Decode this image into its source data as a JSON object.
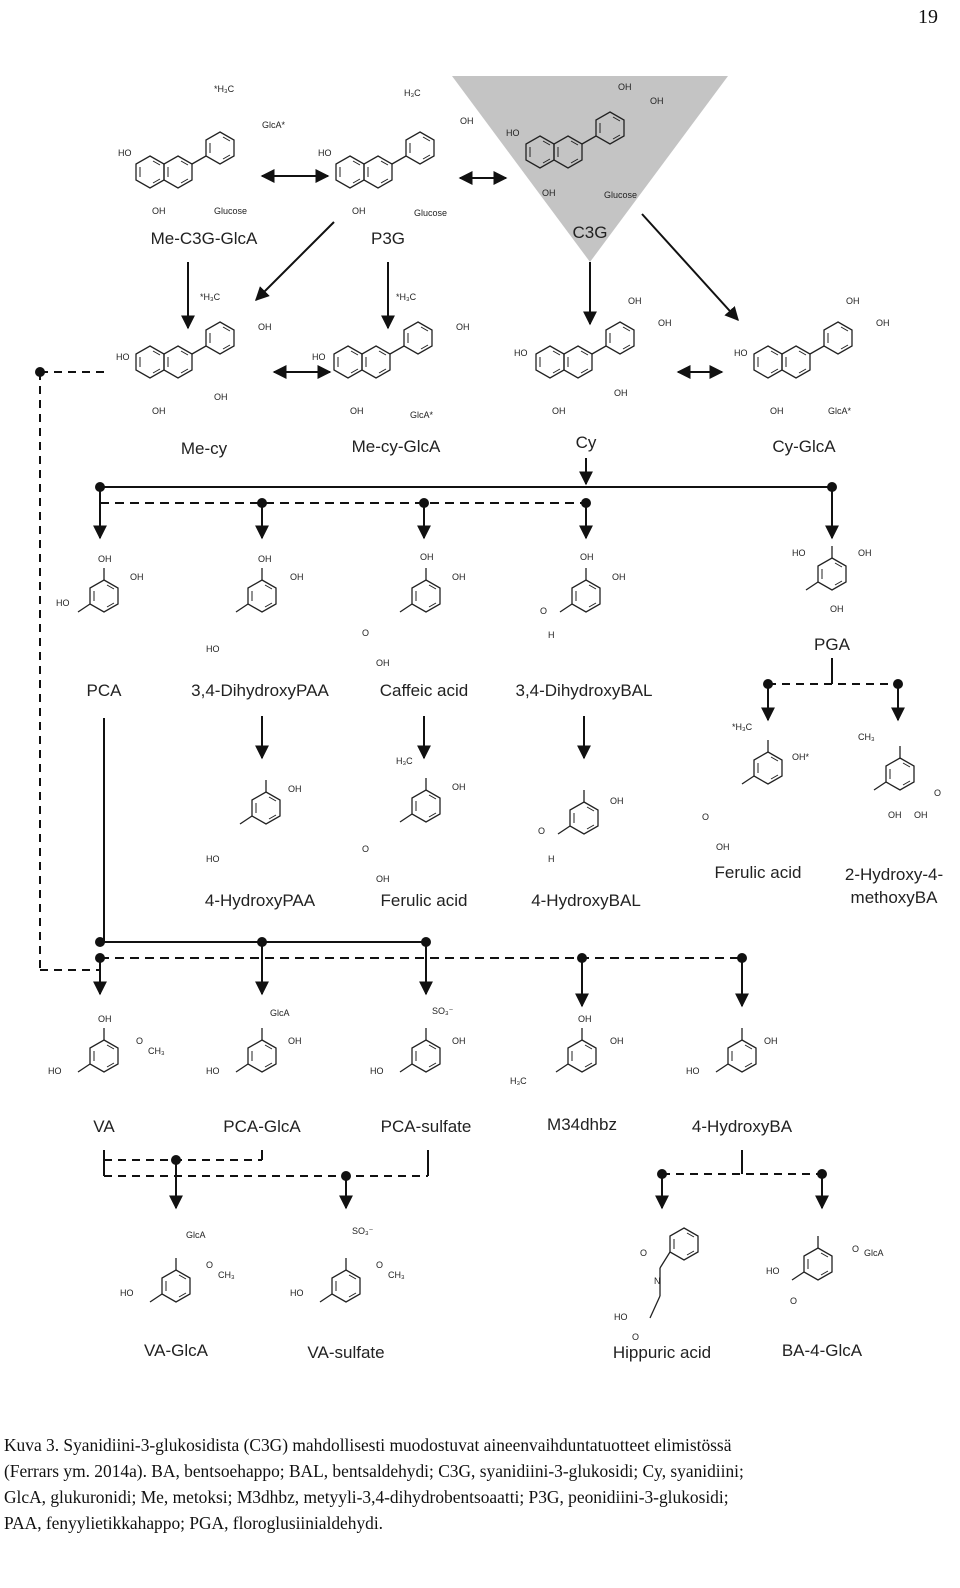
{
  "page_number": "19",
  "compounds": {
    "me_c3g_glca": "Me-C3G-GlcA",
    "p3g": "P3G",
    "c3g": "C3G",
    "me_cy": "Me-cy",
    "me_cy_glca": "Me-cy-GlcA",
    "cy": "Cy",
    "cy_glca": "Cy-GlcA",
    "pca": "PCA",
    "dihydroxypaa": "3,4-DihydroxyPAA",
    "caffeic_acid": "Caffeic acid",
    "dihydroxybal": "3,4-DihydroxyBAL",
    "pga": "PGA",
    "hydroxypaa": "4-HydroxyPAA",
    "ferulic_acid_mid": "Ferulic acid",
    "hydroxybal": "4-HydroxyBAL",
    "ferulic_acid_right": "Ferulic acid",
    "hydroxy_methoxyba_line1": "2-Hydroxy-4-",
    "hydroxy_methoxyba_line2": "methoxyBA",
    "va": "VA",
    "pca_glca": "PCA-GlcA",
    "pca_sulfate": "PCA-sulfate",
    "m34dhbz": "M34dhbz",
    "hydroxyba": "4-HydroxyBA",
    "va_glca": "VA-GlcA",
    "va_sulfate": "VA-sulfate",
    "hippuric_acid": "Hippuric acid",
    "ba_4_glca": "BA-4-GlcA"
  },
  "caption": {
    "lines": [
      "Kuva 3. Syanidiini-3-glukosidista (C3G) mahdollisesti muodostuvat aineenvaihduntatuotteet elimistössä",
      "(Ferrars ym. 2014a). BA, bentsoehappo; BAL, bentsaldehydi; C3G, syanidiini-3-glukosidi; Cy, syanidiini;",
      "GlcA, glukuronidi; Me, metoksi; M3dhbz, metyyli-3,4-dihydrobentsoaatti; P3G, peonidiini-3-glukosidi;",
      "PAA, fenyylietikkahappo; PGA, floroglusiinialdehydi."
    ]
  }
}
